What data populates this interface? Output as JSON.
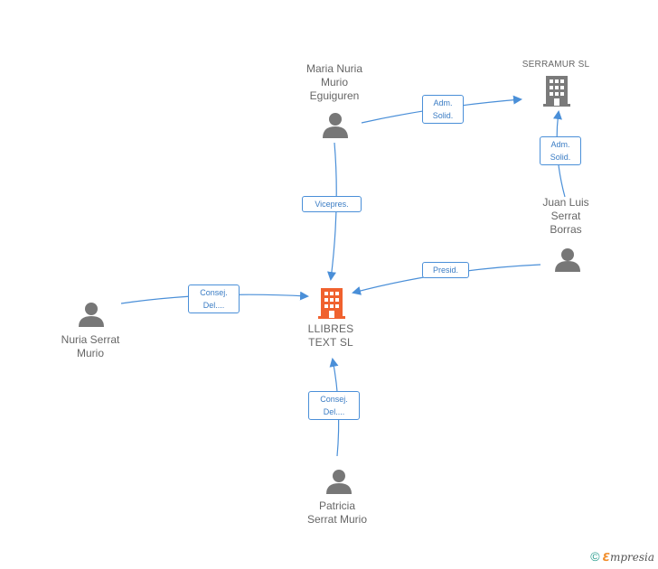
{
  "colors": {
    "edge": "#4a8fd8",
    "person": "#777777",
    "company_main": "#f0612e",
    "company": "#7a7a7a"
  },
  "nodes": {
    "maria": {
      "label": "Maria Nuria\nMurio\nEguiguren",
      "icon": "person-icon"
    },
    "serramur": {
      "label": "SERRAMUR SL",
      "icon": "building-icon"
    },
    "juan": {
      "label": "Juan Luis\nSerrat\nBorras",
      "icon": "person-icon"
    },
    "llibres": {
      "label": "LLIBRES\nTEXT SL",
      "icon": "building-icon"
    },
    "nuria": {
      "label": "Nuria Serrat\nMurio",
      "icon": "person-icon"
    },
    "patricia": {
      "label": "Patricia\nSerrat Murio",
      "icon": "person-icon"
    }
  },
  "edges": {
    "maria_serramur": "Adm.\nSolid.",
    "juan_serramur": "Adm.\nSolid.",
    "maria_llibres": "Vicepres.",
    "juan_llibres": "Presid.",
    "nuria_llibres": "Consej.\nDel....",
    "patricia_llibres": "Consej.\nDel...."
  },
  "footer": {
    "copyright": "©",
    "brand_initial": "ℇ",
    "brand_rest": "mpresia"
  }
}
